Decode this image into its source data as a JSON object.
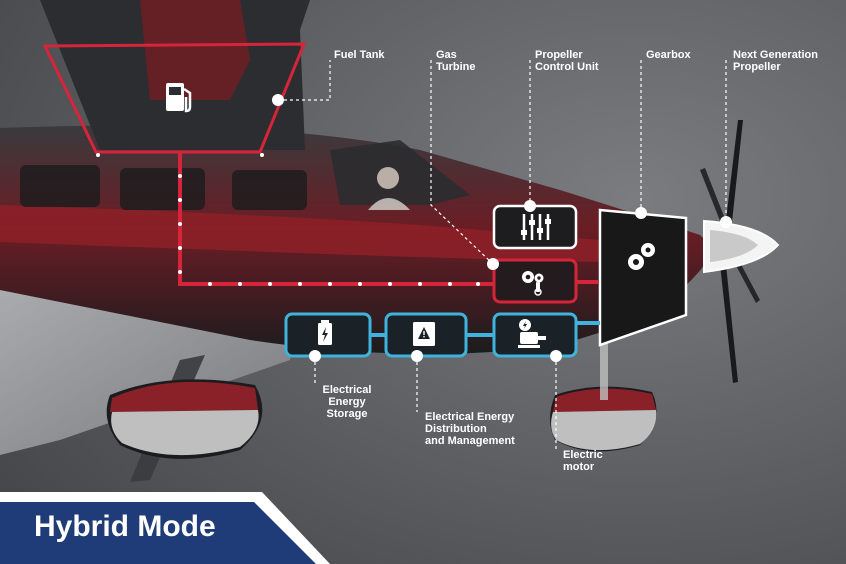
{
  "labels": {
    "fuel_tank": "Fuel Tank",
    "gas_turbine": "Gas\nTurbine",
    "propeller_control_unit": "Propeller\nControl Unit",
    "gearbox": "Gearbox",
    "next_gen_propeller": "Next Generation\nPropeller",
    "electrical_energy_storage": "Electrical\nEnergy\nStorage",
    "energy_distribution": "Electrical Energy\nDistribution\nand Management",
    "electric_motor": "Electric\nmotor"
  },
  "mode": {
    "title": "Hybrid Mode"
  },
  "icons": {
    "fuel_tank": "fuel-pump-icon",
    "propeller_control_unit": "sliders-icon",
    "gas_turbine": "turbine-gears-icon",
    "gearbox": "gears-icon",
    "electrical_energy_storage": "battery-icon",
    "energy_distribution": "electrical-panel-icon",
    "electric_motor": "electric-motor-icon"
  },
  "colors": {
    "fuel_line": "#d6253a",
    "electric_line": "#3fb3dd",
    "neutral": "#ffffff",
    "banner": "#1f3b78"
  }
}
